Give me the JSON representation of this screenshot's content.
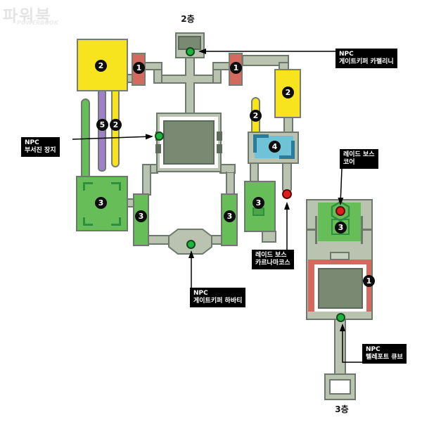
{
  "watermark": {
    "title": "파워북",
    "subtitle": "POWERBOOK"
  },
  "floor_labels": {
    "floor2": "2층",
    "floor3": "3층"
  },
  "badges": {
    "b1": "1",
    "b2": "2",
    "b3": "3",
    "b4": "4",
    "b5": "5"
  },
  "annotations": {
    "gatekeeper_capellini": {
      "line1": "NPC",
      "line2": "게이트키퍼 카펠리니"
    },
    "broken_jangji": {
      "line1": "NPC",
      "line2": "부서진 장지"
    },
    "raid_boss_core": {
      "line1": "레이드 보스",
      "line2": "코어"
    },
    "raid_boss_karnamakos": {
      "line1": "레이드 보스",
      "line2": "카르나마코스"
    },
    "gatekeeper_havarti": {
      "line1": "NPC",
      "line2": "게이트키퍼 하바티"
    },
    "teleport_cube": {
      "line1": "NPC",
      "line2": "텔레포트 큐브"
    }
  },
  "colors": {
    "corridor": "#b9c3af",
    "wall": "#6e796d",
    "room_yellow": "#f8e41e",
    "room_red": "#d4695d",
    "room_green": "#67bd58",
    "corridor_purple": "#9f81cb",
    "room_cyan": "#70c3d6",
    "cyan_accent": "#2a7c9c",
    "inner_dark": "#7a8971",
    "marker_green": "#1db53e",
    "marker_red": "#e11d1d",
    "label_bg": "#000000",
    "label_text": "#ffffff"
  }
}
